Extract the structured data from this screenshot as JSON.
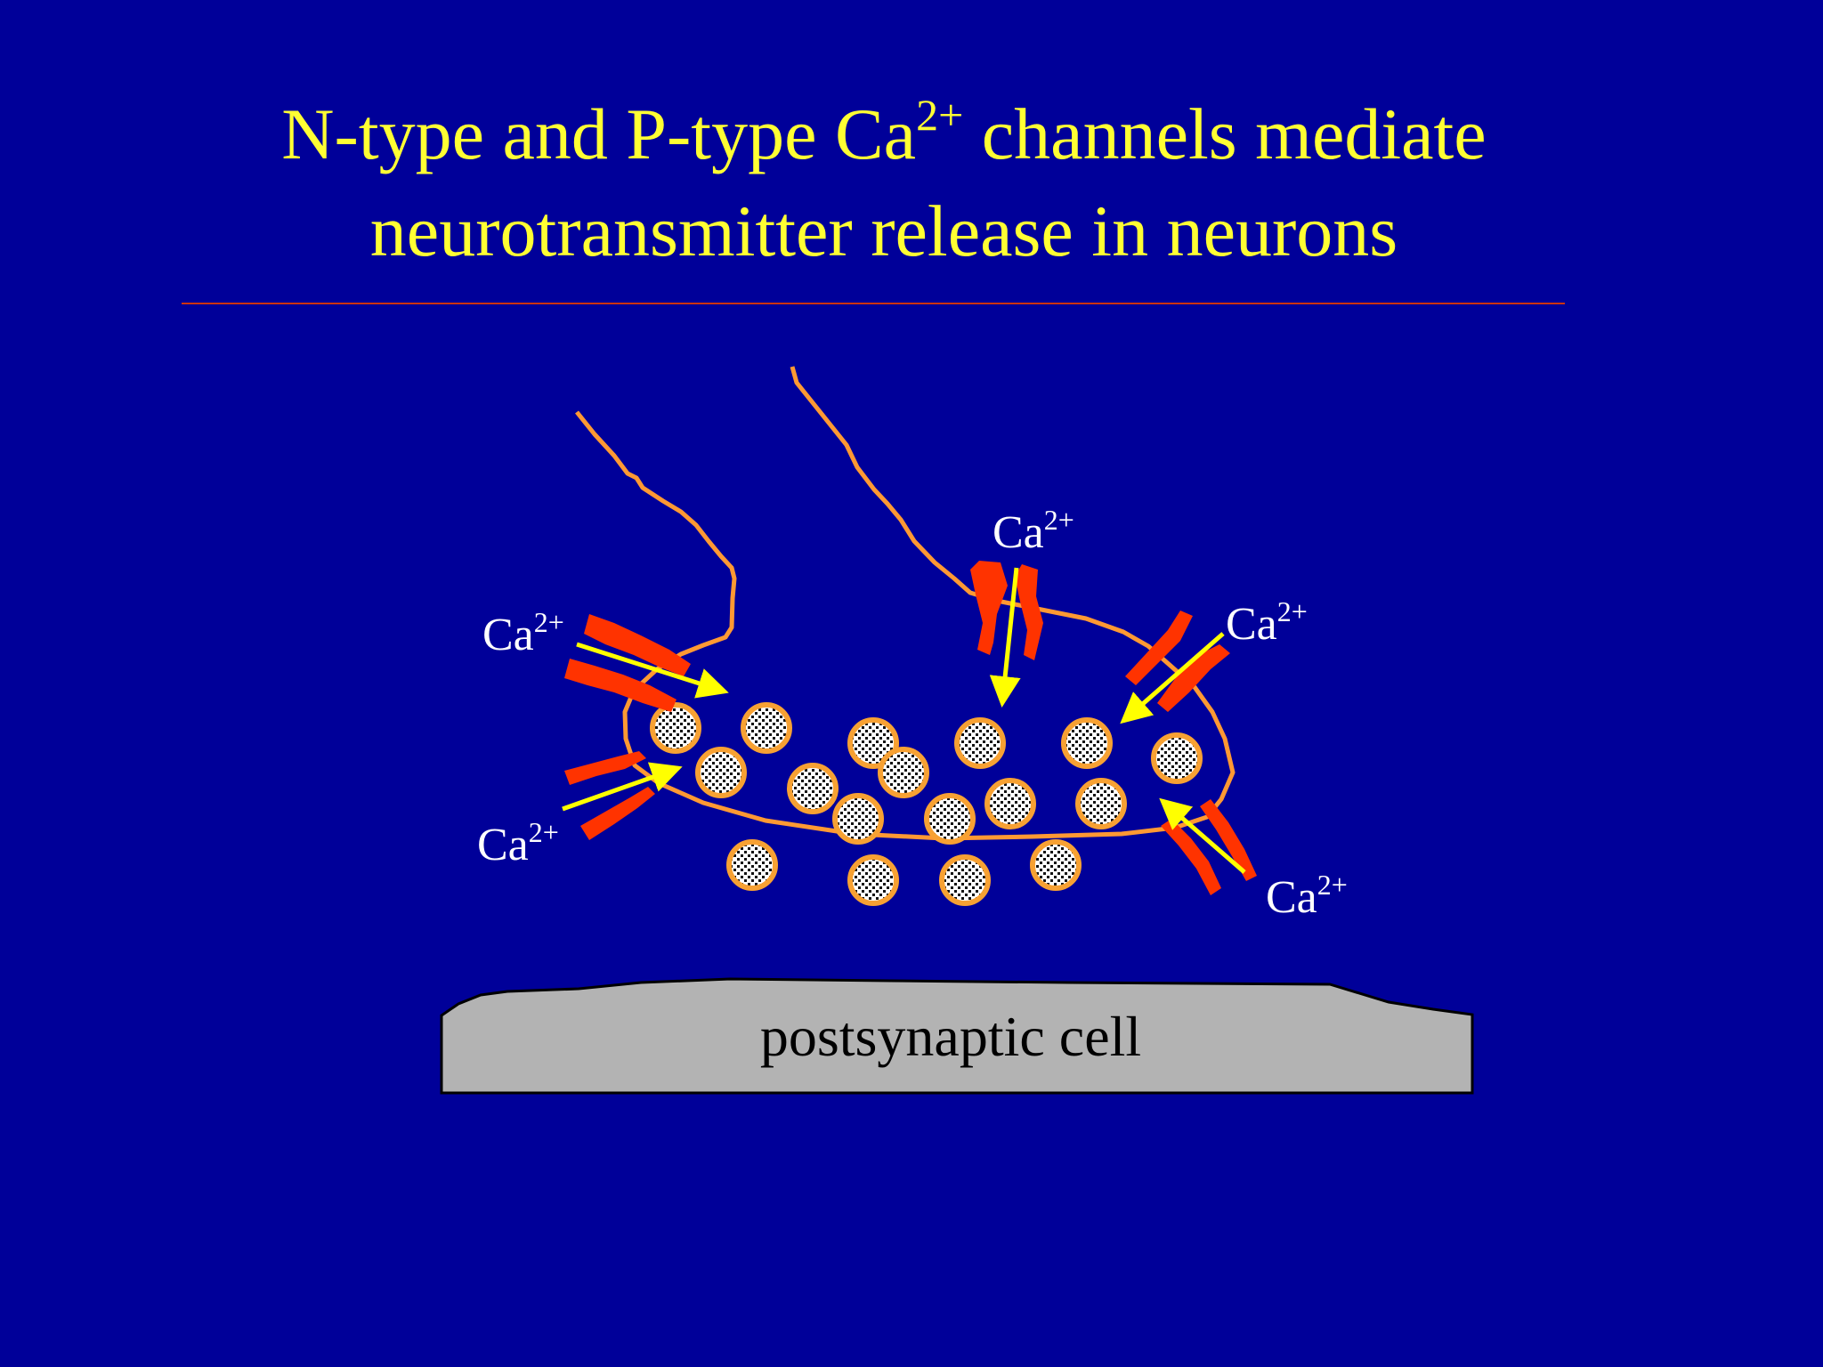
{
  "slide": {
    "title": {
      "line1_pre": "N-type and P-type Ca",
      "line1_sup": "2+",
      "line1_post": " channels mediate",
      "line2": "neurotransmitter release in neurons"
    }
  },
  "diagram": {
    "ion_labels": [
      {
        "base": "Ca",
        "sup": "2+"
      },
      {
        "base": "Ca",
        "sup": "2+"
      },
      {
        "base": "Ca",
        "sup": "2+"
      },
      {
        "base": "Ca",
        "sup": "2+"
      },
      {
        "base": "Ca",
        "sup": "2+"
      }
    ],
    "postsynaptic_label": "postsynaptic cell",
    "colors": {
      "background": "#000099",
      "title": "#ffff33",
      "membrane": "#ff9933",
      "channel": "#ff3300",
      "arrow": "#ffff00",
      "postsynaptic_fill": "#b3b3b3",
      "vesicle_rim": "#f7a133"
    },
    "icons": [
      "calcium-channel-icon",
      "synaptic-vesicle-icon",
      "ion-flow-arrow-icon"
    ]
  }
}
